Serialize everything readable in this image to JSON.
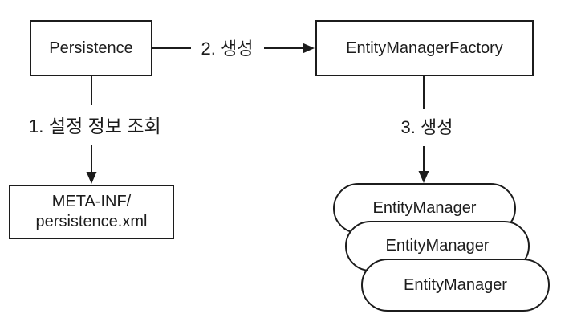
{
  "colors": {
    "stroke": "#1c1c1c",
    "background": "#ffffff"
  },
  "nodes": {
    "persistence": {
      "label": "Persistence"
    },
    "entity_manager_factory": {
      "label": "EntityManagerFactory"
    },
    "meta_inf": {
      "line1": "META-INF/",
      "line2": "persistence.xml"
    },
    "entity_managers": [
      {
        "label": "EntityManager"
      },
      {
        "label": "EntityManager"
      },
      {
        "label": "EntityManager"
      }
    ]
  },
  "edges": {
    "step1": {
      "label": "1. 설정 정보 조회"
    },
    "step2": {
      "label": "2. 생성"
    },
    "step3": {
      "label": "3. 생성"
    }
  }
}
